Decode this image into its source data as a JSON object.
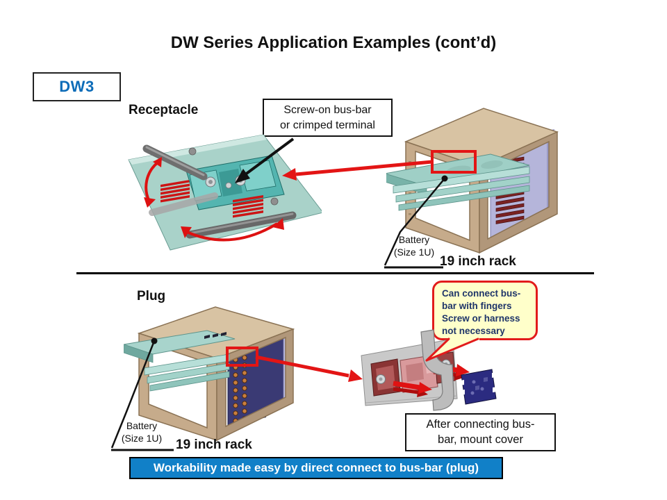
{
  "slide": {
    "title": "DW Series Application Examples (cont’d)",
    "badge": "DW3"
  },
  "top": {
    "receptacle_label": "Receptacle",
    "callout": {
      "line1": "Screw-on bus-bar",
      "line2": "or crimped terminal"
    },
    "battery": {
      "line1": "Battery",
      "line2": "(Size 1U)"
    },
    "rack_label": "19 inch rack"
  },
  "bottom": {
    "plug_label": "Plug",
    "bubble": {
      "line1": "Can connect bus-",
      "line2": "bar with fingers",
      "line3": "Screw or harness",
      "line4": "not necessary"
    },
    "battery": {
      "line1": "Battery",
      "line2": "(Size 1U)"
    },
    "rack_label": "19 inch rack",
    "cover_note": {
      "line1": "After connecting bus-",
      "line2": "bar, mount cover"
    },
    "banner": "Workability made easy by direct connect to bus-bar (plug)"
  },
  "colors": {
    "badge_blue": "#0d6cb8",
    "banner_blue": "#1180c8",
    "bubble_bg": "#ffffca",
    "bubble_border": "#e21b1b",
    "bubble_text": "#1f3569",
    "highlight_red": "#e31515"
  }
}
